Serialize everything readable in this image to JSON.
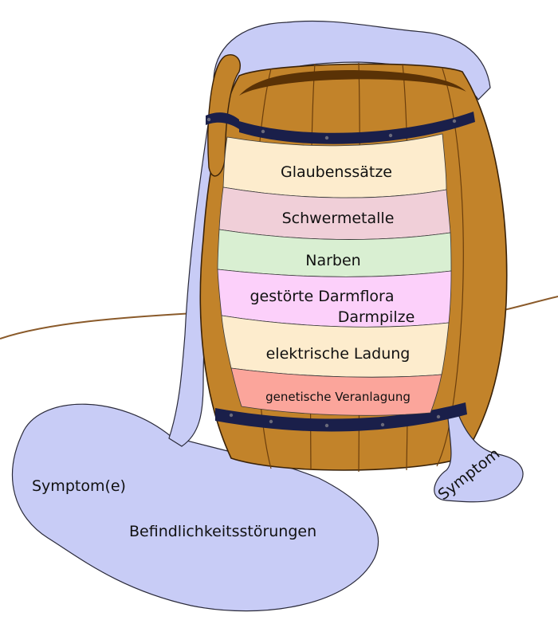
{
  "colors": {
    "fluid": "#c8ccf6",
    "wood": "#c2832a",
    "wood_dark": "#7a4a12",
    "hoop": "#1a1f4a",
    "ground_line": "#8a5a2a",
    "layer_glaubenssaetze": "#fdeccd",
    "layer_schwermetalle": "#f0cfd8",
    "layer_narben": "#d9efd2",
    "layer_darmflora": "#fcd0fa",
    "layer_ladung": "#fdeccd",
    "layer_veranlagung": "#fba59b"
  },
  "layers": [
    {
      "label": "Glaubenssätze"
    },
    {
      "label": "Schwermetalle"
    },
    {
      "label": "Narben"
    },
    {
      "label": "gestörte Darmflora",
      "label2": "Darmpilze"
    },
    {
      "label": "elektrische Ladung"
    },
    {
      "label": "genetische Veranlagung"
    }
  ],
  "spill": {
    "symptoms": "Symptom(e)",
    "disturbances": "Befindlichkeitsstörungen",
    "right_symptom": "Symptom"
  }
}
